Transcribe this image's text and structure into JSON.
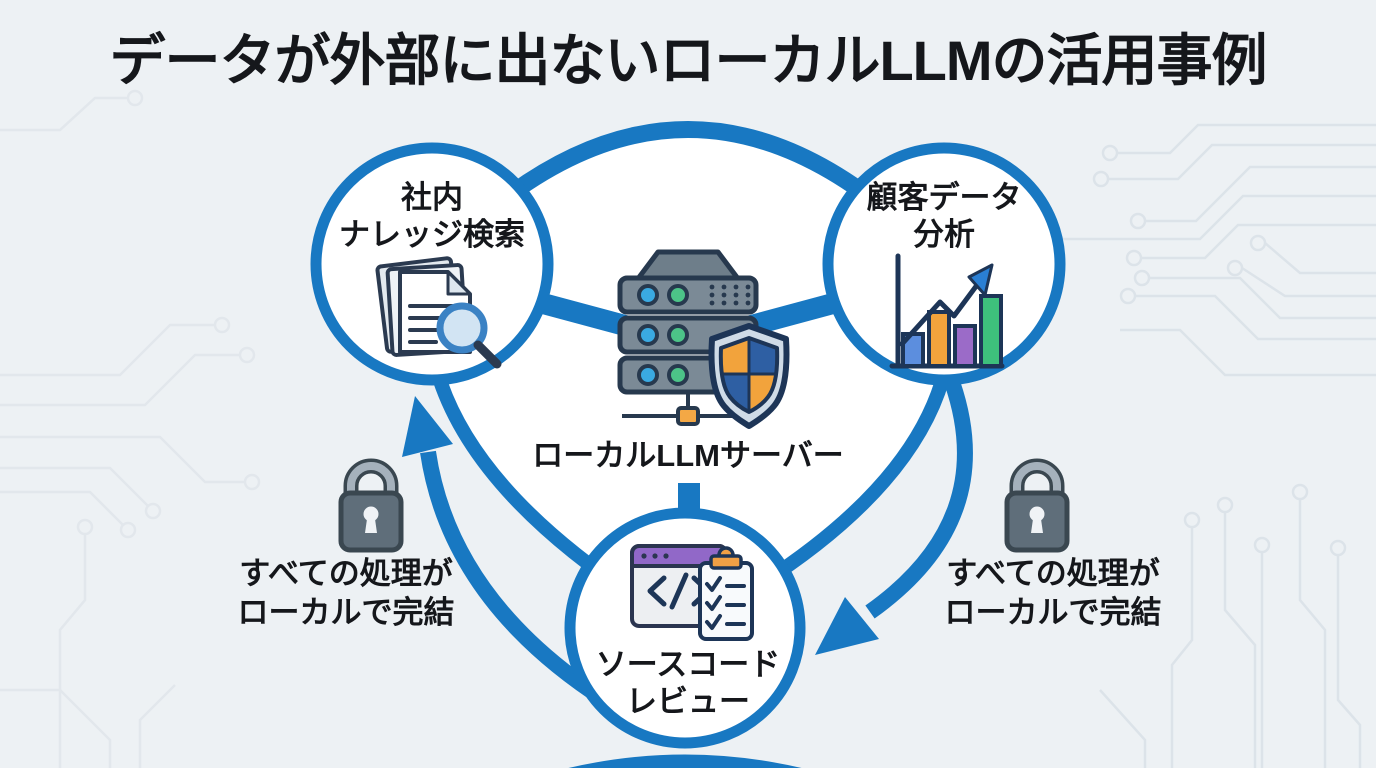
{
  "title": "データが外部に出ないローカルLLMの活用事例",
  "center_node": {
    "label": "ローカルLLMサーバー",
    "icon": "server-shield-icon"
  },
  "nodes": {
    "knowledge": {
      "line1": "社内",
      "line2": "ナレッジ検索",
      "icon": "document-search-icon"
    },
    "analysis": {
      "line1": "顧客データ",
      "line2": "分析",
      "icon": "bar-chart-icon"
    },
    "review": {
      "line1": "ソースコード",
      "line2": "レビュー",
      "icon": "code-review-icon"
    }
  },
  "callouts": {
    "left": {
      "line1": "すべての処理が",
      "line2": "ローカルで完結",
      "icon": "lock-icon"
    },
    "right": {
      "line1": "すべての処理が",
      "line2": "ローカルで完結",
      "icon": "lock-icon"
    }
  },
  "colors": {
    "accent_blue": "#1878c2",
    "background": "#edf1f4",
    "center_white": "#ffffff",
    "text": "#15171b",
    "outline_navy": "#27394e",
    "server_gray": "#7b8a96",
    "lock_gray": "#5f6e7a",
    "orange": "#f2a33c",
    "purple": "#9168c8",
    "green": "#3ec07c",
    "light_blue_bar": "#5c8ede",
    "circuit_line": "#dce3e9"
  }
}
